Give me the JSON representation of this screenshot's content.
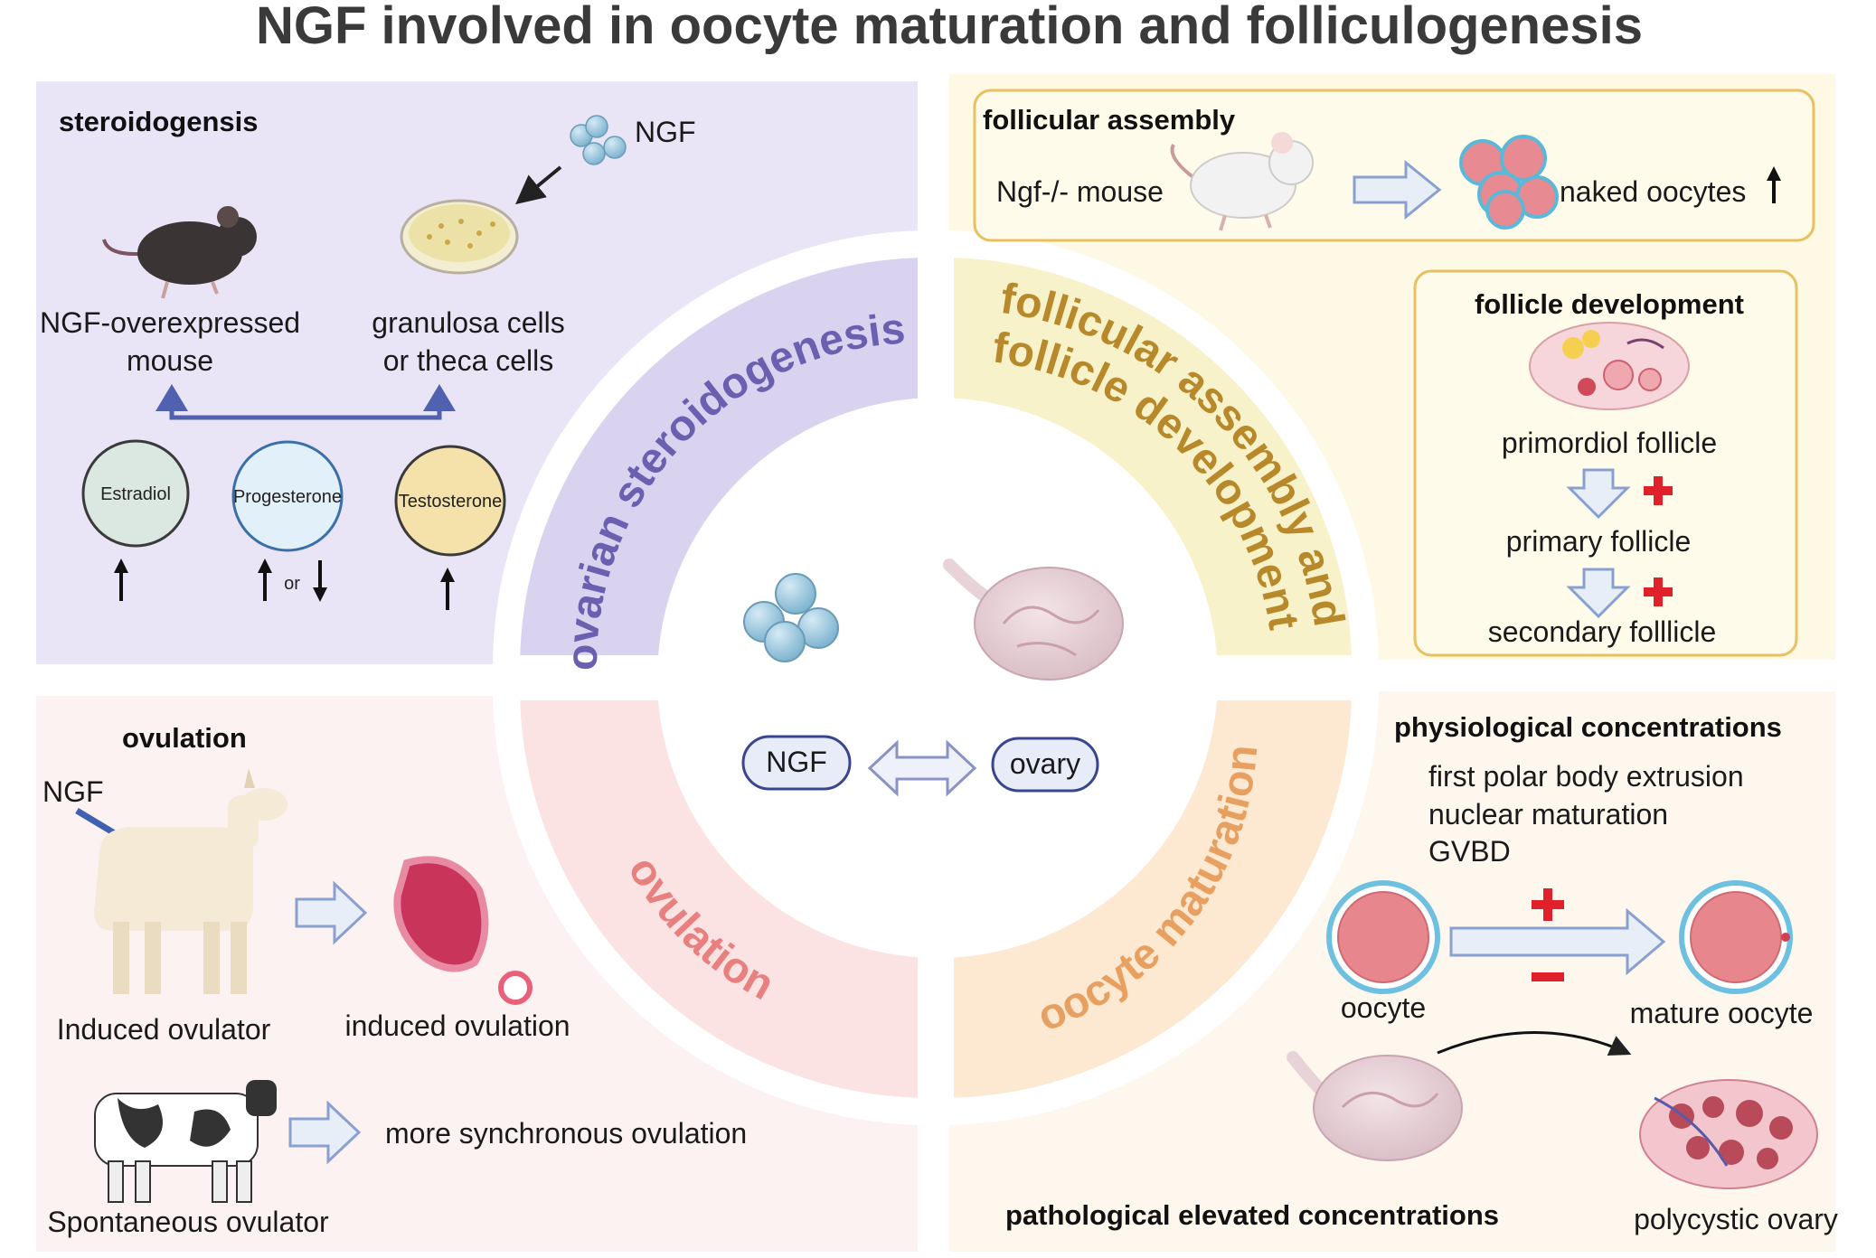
{
  "title": "NGF involved in oocyte maturation and folliculogenesis",
  "steroid": {
    "heading": "steroidogensis",
    "ngf": "NGF",
    "mouse_line1": "NGF-overexpressed",
    "mouse_line2": "mouse",
    "cells_line1": "granulosa cells",
    "cells_line2": "or theca cells",
    "hormones": [
      "Estradiol",
      "Progesterone",
      "Testosterone"
    ],
    "or": "or"
  },
  "follicular": {
    "heading": "follicular assembly",
    "mouse": "Ngf-/- mouse",
    "result": "naked oocytes"
  },
  "development": {
    "heading": "follicle development",
    "stages": [
      "primordiol follicle",
      "primary follicle",
      "secondary folllicle"
    ]
  },
  "ovulation": {
    "heading": "ovulation",
    "ngf": "NGF",
    "induced": "Induced ovulator",
    "induced_result": "induced ovulation",
    "spontaneous": "Spontaneous ovulator",
    "spontaneous_result": "more synchronous ovulation"
  },
  "maturation": {
    "heading": "physiological concentrations",
    "effects": [
      "first polar body extrusion",
      "nuclear maturation",
      "GVBD"
    ],
    "oocyte": "oocyte",
    "mature": "mature oocyte",
    "pathological": "pathological elevated concentrations",
    "pcos": "polycystic ovary"
  },
  "center": {
    "ngf": "NGF",
    "ovary": "ovary",
    "arcs": {
      "steroid": "ovarian steroidogenesis",
      "follicle_line1": "follicular assembly and",
      "follicle_line2": "follicle development",
      "ovulation": "ovulation",
      "maturation": "oocyte maturation"
    }
  },
  "colors": {
    "steroid_bg": "#e9e5f6",
    "follicle_bg": "#fdf9e4",
    "ovulation_bg": "#fdf2f2",
    "maturation_bg": "#fdf7ee",
    "accent_purple": "#6b5fb0",
    "accent_gold": "#b8892a",
    "accent_pink": "#e88080",
    "accent_orange": "#e8a060",
    "plus_red": "#e0202a"
  }
}
